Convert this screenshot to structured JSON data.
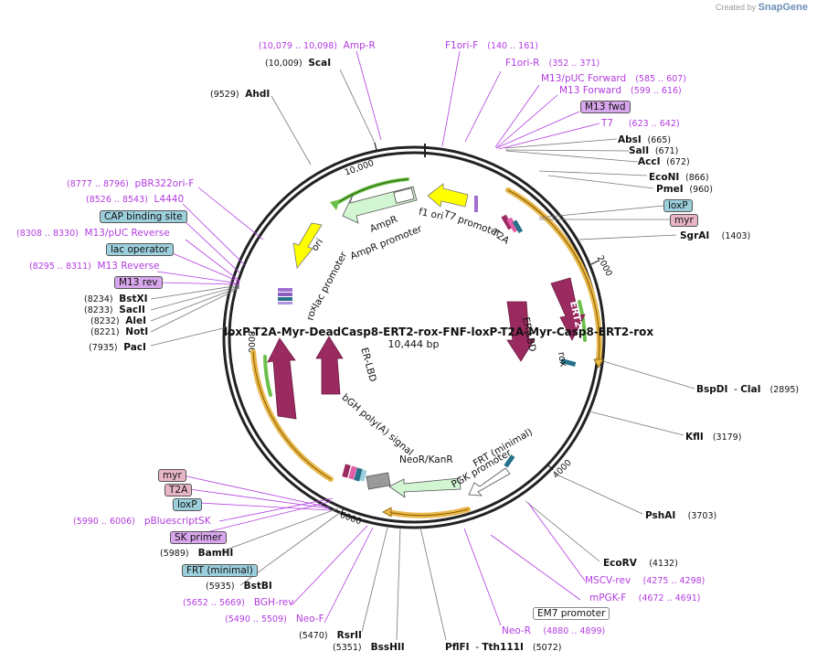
{
  "credit": {
    "prefix": "Created by",
    "brand": "SnapGene"
  },
  "plasmid": {
    "name": "loxP-T2A-Myr-DeadCasp8-ERT2-rox-FNF-loxP-T2A-Myr-Casp8-ERT2-rox",
    "size_label": "10,444 bp"
  },
  "tick_labels": [
    "10,000",
    "2000",
    "4000",
    "6000",
    "8000"
  ],
  "map_labels": {
    "f1ori": "f1 ori",
    "t7prom": "T7 promoter",
    "ampr": "AmpR",
    "amprprom": "AmpR promoter",
    "ori": "ori",
    "lacprom": "lac promoter",
    "t2a_top": "T2A",
    "ert2_right": "ERT2",
    "erlbd_right": "ER-LBD",
    "rox_right": "rox",
    "ert2_left": "ERT2",
    "erlbd_left": "ER-LBD",
    "rox_left": "rox",
    "bgh": "bGH poly(A) signal",
    "neor": "NeoR/KanR",
    "pgk": "PGK promoter",
    "frt": "FRT (minimal)"
  },
  "labels": [
    {
      "id": "amp-r",
      "name": "Amp-R",
      "pos": "(10,079 .. 10,098)",
      "type": "primer"
    },
    {
      "id": "scai",
      "name": "ScaI",
      "pos": "(10,009)",
      "type": "enzyme"
    },
    {
      "id": "ahdi",
      "name": "AhdI",
      "pos": "(9529)",
      "type": "enzyme"
    },
    {
      "id": "f1ori-f",
      "name": "F1ori-F",
      "pos": "(140 .. 161)",
      "type": "primer"
    },
    {
      "id": "f1ori-r",
      "name": "F1ori-R",
      "pos": "(352 .. 371)",
      "type": "primer"
    },
    {
      "id": "m13puc-fwd",
      "name": "M13/pUC Forward",
      "pos": "(585 .. 607)",
      "type": "primer"
    },
    {
      "id": "m13-forward",
      "name": "M13 Forward",
      "pos": "(599 .. 616)",
      "type": "primer"
    },
    {
      "id": "m13-fwd-box",
      "name": "M13 fwd",
      "type": "box-purple"
    },
    {
      "id": "t7",
      "name": "T7",
      "pos": "(623 .. 642)",
      "type": "primer"
    },
    {
      "id": "absi",
      "name": "AbsI",
      "pos": "(665)",
      "type": "enzyme"
    },
    {
      "id": "sali",
      "name": "SalI",
      "pos": "(671)",
      "type": "enzyme"
    },
    {
      "id": "acci",
      "name": "AccI",
      "pos": "(672)",
      "type": "enzyme"
    },
    {
      "id": "econi",
      "name": "EcoNI",
      "pos": "(866)",
      "type": "enzyme"
    },
    {
      "id": "pmei",
      "name": "PmeI",
      "pos": "(960)",
      "type": "enzyme"
    },
    {
      "id": "loxp-top",
      "name": "loxP",
      "type": "box-blue"
    },
    {
      "id": "myr-top",
      "name": "myr",
      "type": "box-pink"
    },
    {
      "id": "sgrai",
      "name": "SgrAI",
      "pos": "(1403)",
      "type": "enzyme"
    },
    {
      "id": "pbr322",
      "name": "pBR322ori-F",
      "pos": "(8777 .. 8796)",
      "type": "primer"
    },
    {
      "id": "l4440",
      "name": "L4440",
      "pos": "(8526 .. 8543)",
      "type": "primer"
    },
    {
      "id": "cap",
      "name": "CAP binding site",
      "type": "box-blue"
    },
    {
      "id": "m13puc-rev",
      "name": "M13/pUC Reverse",
      "pos": "(8308 .. 8330)",
      "type": "primer"
    },
    {
      "id": "lacop",
      "name": "lac operator",
      "type": "box-blue"
    },
    {
      "id": "m13-reverse",
      "name": "M13 Reverse",
      "pos": "(8295 .. 8311)",
      "type": "primer"
    },
    {
      "id": "m13-rev-box",
      "name": "M13 rev",
      "type": "box-purple"
    },
    {
      "id": "bstxi",
      "name": "BstXI",
      "pos": "(8234)",
      "type": "enzyme"
    },
    {
      "id": "sacii",
      "name": "SacII",
      "pos": "(8233)",
      "type": "enzyme"
    },
    {
      "id": "alei",
      "name": "AleI",
      "pos": "(8232)",
      "type": "enzyme"
    },
    {
      "id": "noti",
      "name": "NotI",
      "pos": "(8221)",
      "type": "enzyme"
    },
    {
      "id": "paci",
      "name": "PacI",
      "pos": "(7935)",
      "type": "enzyme"
    },
    {
      "id": "bspdi",
      "name": "BspDI",
      "extra": "ClaI",
      "pos": "(2895)",
      "type": "enzyme"
    },
    {
      "id": "kfli",
      "name": "KflI",
      "pos": "(3179)",
      "type": "enzyme"
    },
    {
      "id": "pshai",
      "name": "PshAI",
      "pos": "(3703)",
      "type": "enzyme"
    },
    {
      "id": "ecorv",
      "name": "EcoRV",
      "pos": "(4132)",
      "type": "enzyme"
    },
    {
      "id": "mscv-rev",
      "name": "MSCV-rev",
      "pos": "(4275 .. 4298)",
      "type": "primer"
    },
    {
      "id": "mpgk-f",
      "name": "mPGK-F",
      "pos": "(4672 .. 4691)",
      "type": "primer"
    },
    {
      "id": "em7",
      "name": "EM7 promoter",
      "type": "box-white"
    },
    {
      "id": "neo-r",
      "name": "Neo-R",
      "pos": "(4880 .. 4899)",
      "type": "primer"
    },
    {
      "id": "pflfi",
      "name": "PflFI",
      "extra": "Tth111I",
      "pos": "(5072)",
      "type": "enzyme"
    },
    {
      "id": "bsshii",
      "name": "BssHII",
      "pos": "(5351)",
      "type": "enzyme"
    },
    {
      "id": "rsrii",
      "name": "RsrII",
      "pos": "(5470)",
      "type": "enzyme"
    },
    {
      "id": "neo-f",
      "name": "Neo-F",
      "pos": "(5490 .. 5509)",
      "type": "primer"
    },
    {
      "id": "bgh-rev",
      "name": "BGH-rev",
      "pos": "(5652 .. 5669)",
      "type": "primer"
    },
    {
      "id": "bstbi",
      "name": "BstBI",
      "pos": "(5935)",
      "type": "enzyme"
    },
    {
      "id": "frt-box",
      "name": "FRT (minimal)",
      "type": "box-blue"
    },
    {
      "id": "bamhi",
      "name": "BamHI",
      "pos": "(5989)",
      "type": "enzyme"
    },
    {
      "id": "sk-primer",
      "name": "SK primer",
      "type": "box-purple"
    },
    {
      "id": "pbluescript",
      "name": "pBluescriptSK",
      "pos": "(5990 .. 6006)",
      "type": "primer"
    },
    {
      "id": "loxp-bot",
      "name": "loxP",
      "type": "box-blue"
    },
    {
      "id": "t2a-bot",
      "name": "T2A",
      "type": "box-pink"
    },
    {
      "id": "myr-bot",
      "name": "myr",
      "type": "box-pink"
    }
  ]
}
